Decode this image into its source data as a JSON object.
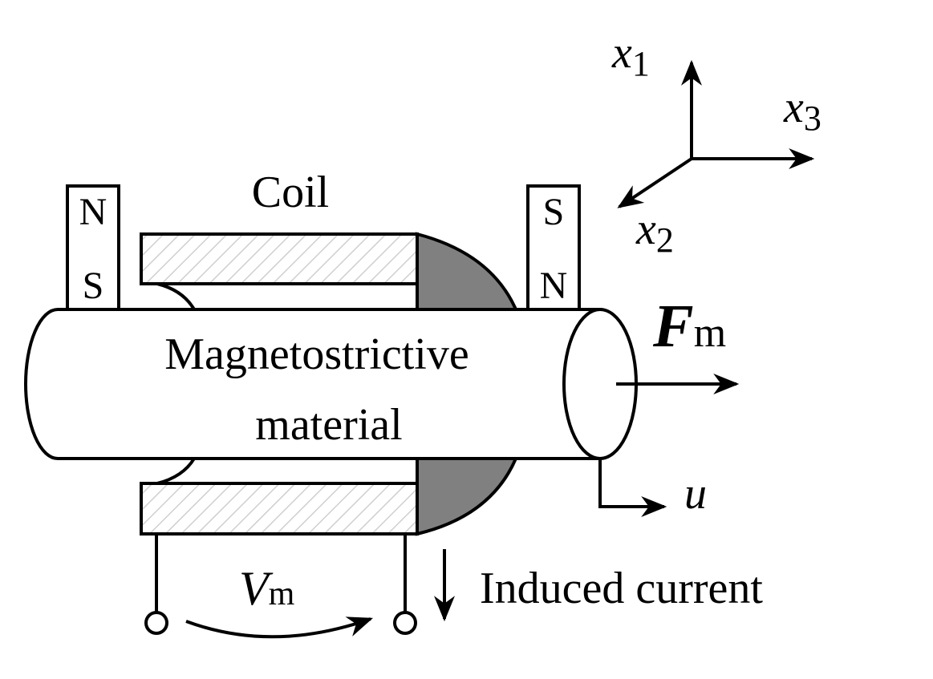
{
  "axes": {
    "x1": {
      "base": "x",
      "sub": "1"
    },
    "x2": {
      "base": "x",
      "sub": "2"
    },
    "x3": {
      "base": "x",
      "sub": "3"
    }
  },
  "coil_label": "Coil",
  "magnets": {
    "left": {
      "top": "N",
      "bottom": "S"
    },
    "right": {
      "top": "S",
      "bottom": "N"
    }
  },
  "rod_label": {
    "line1": "Magnetostrictive",
    "line2": "material"
  },
  "force": {
    "base": "F",
    "sub": "m"
  },
  "displacement_label": "u",
  "voltage": {
    "base": "V",
    "sub": "m"
  },
  "current_label": "Induced current",
  "colors": {
    "coil_end": "#808080",
    "coil_hatch": "#e2e2e2",
    "line": "#000000"
  }
}
